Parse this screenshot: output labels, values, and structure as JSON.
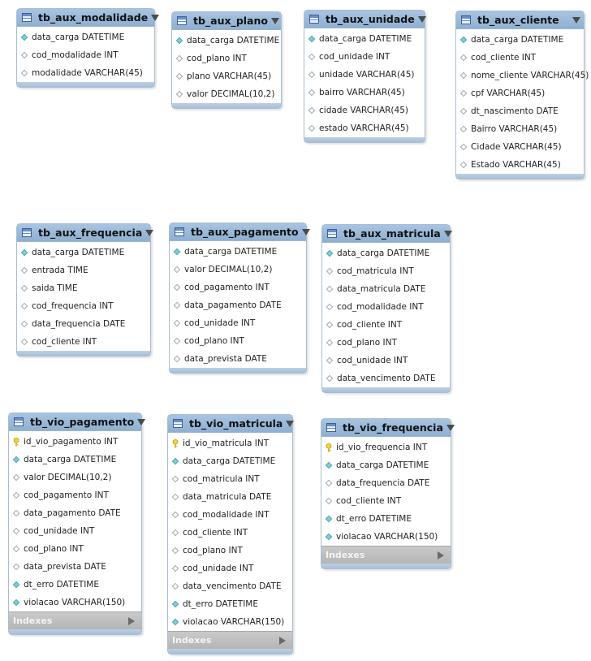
{
  "tables": [
    {
      "id": "t1",
      "title": "tb_aux_modalidade",
      "columns": [
        {
          "name": "data_carga DATETIME",
          "icon": "diamond-filled"
        },
        {
          "name": "cod_modalidade INT",
          "icon": "diamond-hollow"
        },
        {
          "name": "modalidade VARCHAR(45)",
          "icon": "diamond-hollow"
        }
      ]
    },
    {
      "id": "t2",
      "title": "tb_aux_plano",
      "columns": [
        {
          "name": "data_carga DATETIME",
          "icon": "diamond-filled"
        },
        {
          "name": "cod_plano INT",
          "icon": "diamond-hollow"
        },
        {
          "name": "plano VARCHAR(45)",
          "icon": "diamond-hollow"
        },
        {
          "name": "valor DECIMAL(10,2)",
          "icon": "diamond-hollow"
        }
      ]
    },
    {
      "id": "t3",
      "title": "tb_aux_unidade",
      "columns": [
        {
          "name": "data_carga DATETIME",
          "icon": "diamond-filled"
        },
        {
          "name": "cod_unidade INT",
          "icon": "diamond-hollow"
        },
        {
          "name": "unidade VARCHAR(45)",
          "icon": "diamond-hollow"
        },
        {
          "name": "bairro VARCHAR(45)",
          "icon": "diamond-hollow"
        },
        {
          "name": "cidade VARCHAR(45)",
          "icon": "diamond-hollow"
        },
        {
          "name": "estado VARCHAR(45)",
          "icon": "diamond-hollow"
        }
      ]
    },
    {
      "id": "t4",
      "title": "tb_aux_cliente",
      "columns": [
        {
          "name": "data_carga DATETIME",
          "icon": "diamond-filled"
        },
        {
          "name": "cod_cliente INT",
          "icon": "diamond-hollow"
        },
        {
          "name": "nome_cliente VARCHAR(45)",
          "icon": "diamond-hollow"
        },
        {
          "name": "cpf VARCHAR(45)",
          "icon": "diamond-hollow"
        },
        {
          "name": "dt_nascimento DATE",
          "icon": "diamond-hollow"
        },
        {
          "name": "Bairro VARCHAR(45)",
          "icon": "diamond-hollow"
        },
        {
          "name": "Cidade VARCHAR(45)",
          "icon": "diamond-hollow"
        },
        {
          "name": "Estado VARCHAR(45)",
          "icon": "diamond-hollow"
        }
      ]
    },
    {
      "id": "t5",
      "title": "tb_aux_frequencia",
      "columns": [
        {
          "name": "data_carga DATETIME",
          "icon": "diamond-filled"
        },
        {
          "name": "entrada TIME",
          "icon": "diamond-hollow"
        },
        {
          "name": "saida TIME",
          "icon": "diamond-hollow"
        },
        {
          "name": "cod_frequencia INT",
          "icon": "diamond-hollow"
        },
        {
          "name": "data_frequencia DATE",
          "icon": "diamond-hollow"
        },
        {
          "name": "cod_cliente INT",
          "icon": "diamond-hollow"
        }
      ]
    },
    {
      "id": "t6",
      "title": "tb_aux_pagamento",
      "columns": [
        {
          "name": "data_carga DATETIME",
          "icon": "diamond-filled"
        },
        {
          "name": "valor DECIMAL(10,2)",
          "icon": "diamond-hollow"
        },
        {
          "name": "cod_pagamento INT",
          "icon": "diamond-hollow"
        },
        {
          "name": "data_pagamento DATE",
          "icon": "diamond-hollow"
        },
        {
          "name": "cod_unidade INT",
          "icon": "diamond-hollow"
        },
        {
          "name": "cod_plano INT",
          "icon": "diamond-hollow"
        },
        {
          "name": "data_prevista DATE",
          "icon": "diamond-hollow"
        }
      ]
    },
    {
      "id": "t7",
      "title": "tb_aux_matricula",
      "columns": [
        {
          "name": "data_carga DATETIME",
          "icon": "diamond-filled"
        },
        {
          "name": "cod_matricula INT",
          "icon": "diamond-hollow"
        },
        {
          "name": "data_matricula DATE",
          "icon": "diamond-hollow"
        },
        {
          "name": "cod_modalidade INT",
          "icon": "diamond-hollow"
        },
        {
          "name": "cod_cliente INT",
          "icon": "diamond-hollow"
        },
        {
          "name": "cod_plano INT",
          "icon": "diamond-hollow"
        },
        {
          "name": "cod_unidade INT",
          "icon": "diamond-hollow"
        },
        {
          "name": "data_vencimento DATE",
          "icon": "diamond-hollow"
        }
      ]
    },
    {
      "id": "t8",
      "title": "tb_vio_pagamento",
      "indexes_label": "Indexes",
      "columns": [
        {
          "name": "id_vio_pagamento INT",
          "icon": "key"
        },
        {
          "name": "data_carga DATETIME",
          "icon": "diamond-filled"
        },
        {
          "name": "valor DECIMAL(10,2)",
          "icon": "diamond-hollow"
        },
        {
          "name": "cod_pagamento INT",
          "icon": "diamond-hollow"
        },
        {
          "name": "data_pagamento DATE",
          "icon": "diamond-hollow"
        },
        {
          "name": "cod_unidade INT",
          "icon": "diamond-hollow"
        },
        {
          "name": "cod_plano INT",
          "icon": "diamond-hollow"
        },
        {
          "name": "data_prevista DATE",
          "icon": "diamond-hollow"
        },
        {
          "name": "dt_erro DATETIME",
          "icon": "diamond-filled"
        },
        {
          "name": "violacao VARCHAR(150)",
          "icon": "diamond-filled"
        }
      ]
    },
    {
      "id": "t9",
      "title": "tb_vio_matricula",
      "indexes_label": "Indexes",
      "columns": [
        {
          "name": "id_vio_matricula INT",
          "icon": "key"
        },
        {
          "name": "data_carga DATETIME",
          "icon": "diamond-filled"
        },
        {
          "name": "cod_matricula INT",
          "icon": "diamond-hollow"
        },
        {
          "name": "data_matricula DATE",
          "icon": "diamond-hollow"
        },
        {
          "name": "cod_modalidade INT",
          "icon": "diamond-hollow"
        },
        {
          "name": "cod_cliente INT",
          "icon": "diamond-hollow"
        },
        {
          "name": "cod_plano INT",
          "icon": "diamond-hollow"
        },
        {
          "name": "cod_unidade INT",
          "icon": "diamond-hollow"
        },
        {
          "name": "data_vencimento DATE",
          "icon": "diamond-hollow"
        },
        {
          "name": "dt_erro DATETIME",
          "icon": "diamond-filled"
        },
        {
          "name": "violacao VARCHAR(150)",
          "icon": "diamond-filled"
        }
      ]
    },
    {
      "id": "t10",
      "title": "tb_vio_frequencia",
      "indexes_label": "Indexes",
      "columns": [
        {
          "name": "id_vio_frequencia INT",
          "icon": "key"
        },
        {
          "name": "data_carga DATETIME",
          "icon": "diamond-filled"
        },
        {
          "name": "data_frequencia DATE",
          "icon": "diamond-hollow"
        },
        {
          "name": "cod_cliente INT",
          "icon": "diamond-hollow"
        },
        {
          "name": "dt_erro DATETIME",
          "icon": "diamond-filled"
        },
        {
          "name": "violacao VARCHAR(150)",
          "icon": "diamond-filled"
        }
      ]
    }
  ],
  "colors": {
    "header_blue": "#a8c4e0",
    "filled_diamond": "#7fd0d6",
    "key_yellow": "#f2d33a",
    "indexes_gray": "#c2c2c2"
  }
}
